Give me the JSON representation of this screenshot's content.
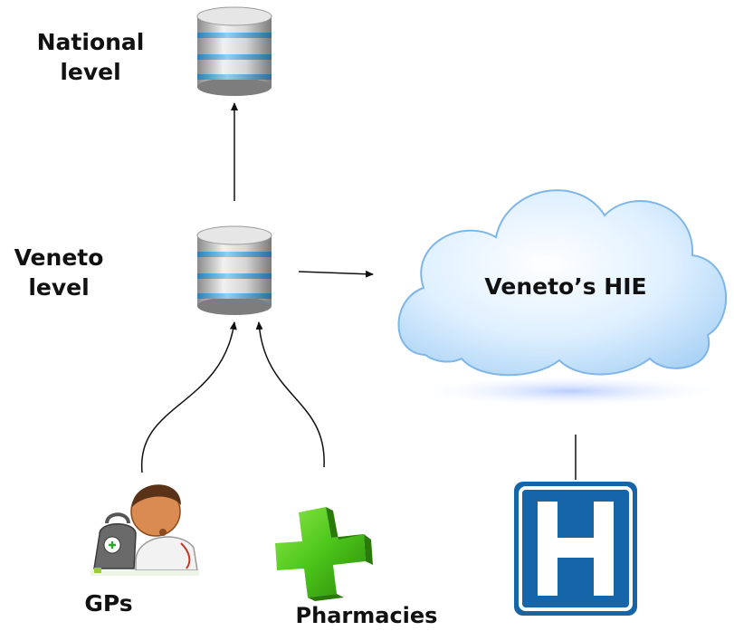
{
  "levels": {
    "national": {
      "line1": "National",
      "line2": "level"
    },
    "veneto": {
      "line1": "Veneto",
      "line2": "level"
    }
  },
  "cloud": {
    "label": "Veneto’s HIE"
  },
  "sources": {
    "gps": {
      "label": "GPs"
    },
    "pharmacies": {
      "label": "Pharmacies"
    }
  },
  "hospital": {
    "letter": "H"
  },
  "colors": {
    "cloud_fill": "#cfe8ff",
    "cloud_edge": "#7fb6e8",
    "db_band": "#4aa3d6",
    "cross": "#4cc61a",
    "hospital_blue": "#1565a8"
  }
}
